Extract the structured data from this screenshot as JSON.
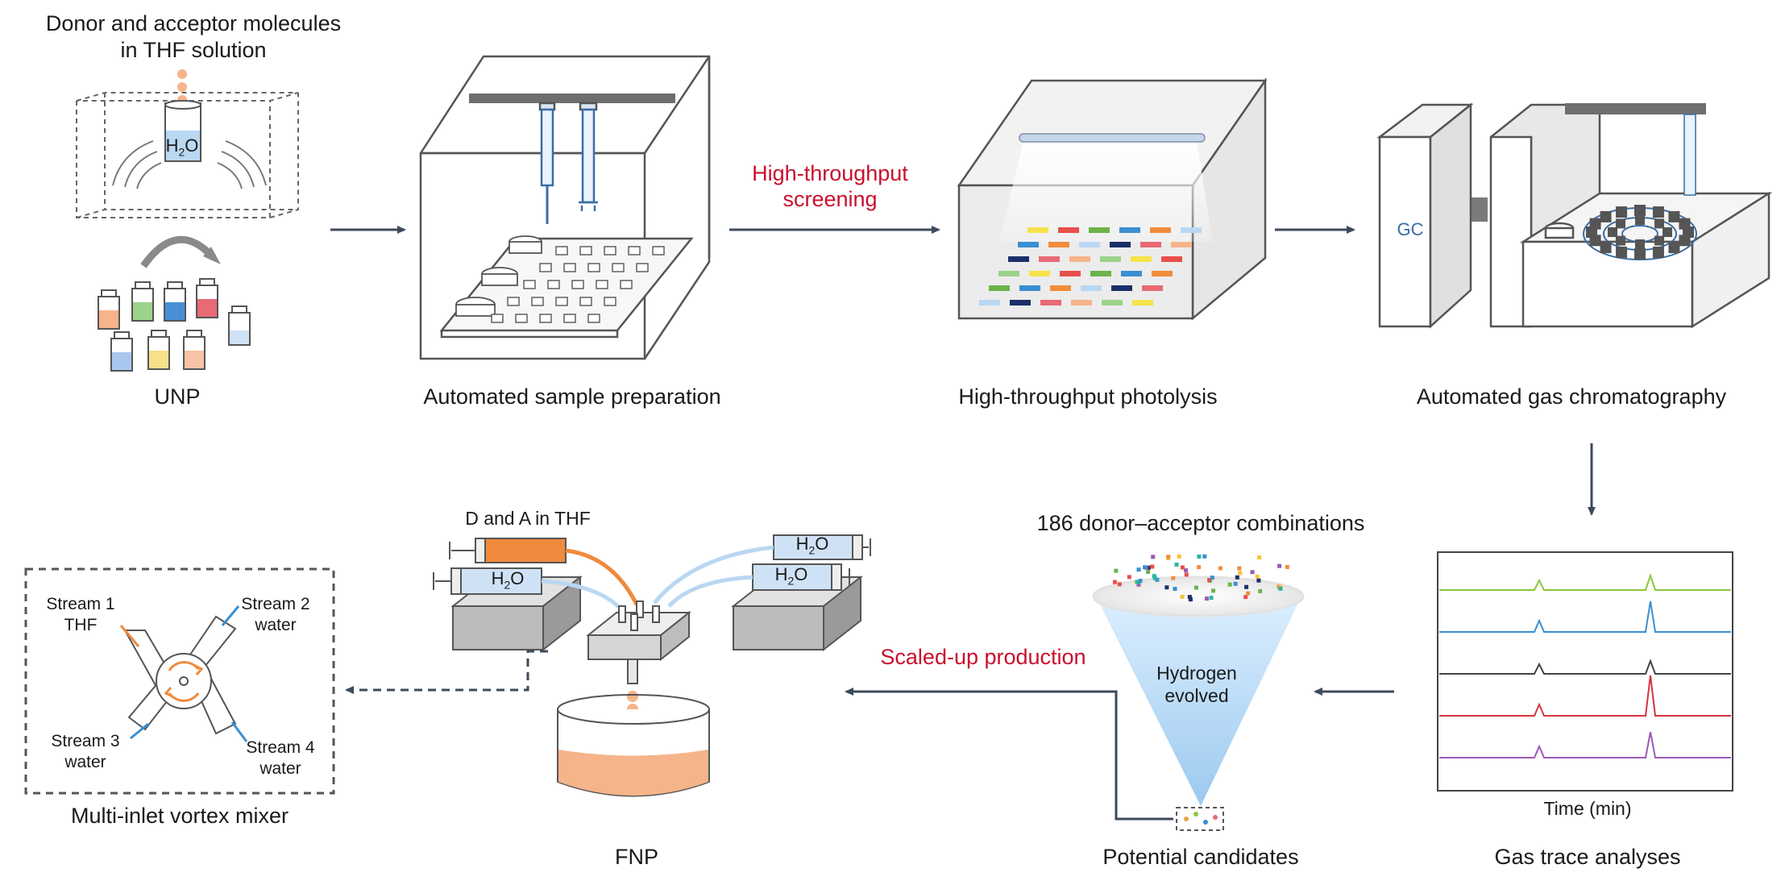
{
  "top": {
    "unp_caption_line1": "Donor and acceptor molecules",
    "unp_caption_line2": "in THF solution",
    "unp_h2o": "H",
    "unp_h2o_sub": "2",
    "unp_h2o_o": "O",
    "unp_label": "UNP",
    "prep_label": "Automated sample preparation",
    "hts_line1": "High-throughput",
    "hts_line2": "screening",
    "photolysis_label": "High-throughput photolysis",
    "gc_box_label": "GC",
    "gc_label": "Automated gas chromatography"
  },
  "bottom": {
    "gas_label": "Gas trace analyses",
    "time_axis": "Time (min)",
    "combos_label": "186 donor–acceptor combinations",
    "hydrogen_line1": "Hydrogen",
    "hydrogen_line2": "evolved",
    "candidates_label": "Potential candidates",
    "scaled_label": "Scaled-up production",
    "fnp_label": "FNP",
    "d_and_a": "D and A in THF",
    "syringe_h2o": "H",
    "syringe_h2o_sub": "2",
    "syringe_h2o_o": "O",
    "vortex_label": "Multi-inlet vortex mixer",
    "stream1_line1": "Stream 1",
    "stream1_line2": "THF",
    "stream2_line1": "Stream 2",
    "stream2_line2": "water",
    "stream3_line1": "Stream 3",
    "stream3_line2": "water",
    "stream4_line1": "Stream 4",
    "stream4_line2": "water"
  },
  "colors": {
    "arrow": "#3d4a5c",
    "accent_red": "#c8102e",
    "orange": "#f08a3c",
    "trace_green": "#8cc63f",
    "trace_blue": "#3a8fd1",
    "trace_black": "#444444",
    "trace_red": "#d8343f",
    "trace_purple": "#9b59b6"
  }
}
